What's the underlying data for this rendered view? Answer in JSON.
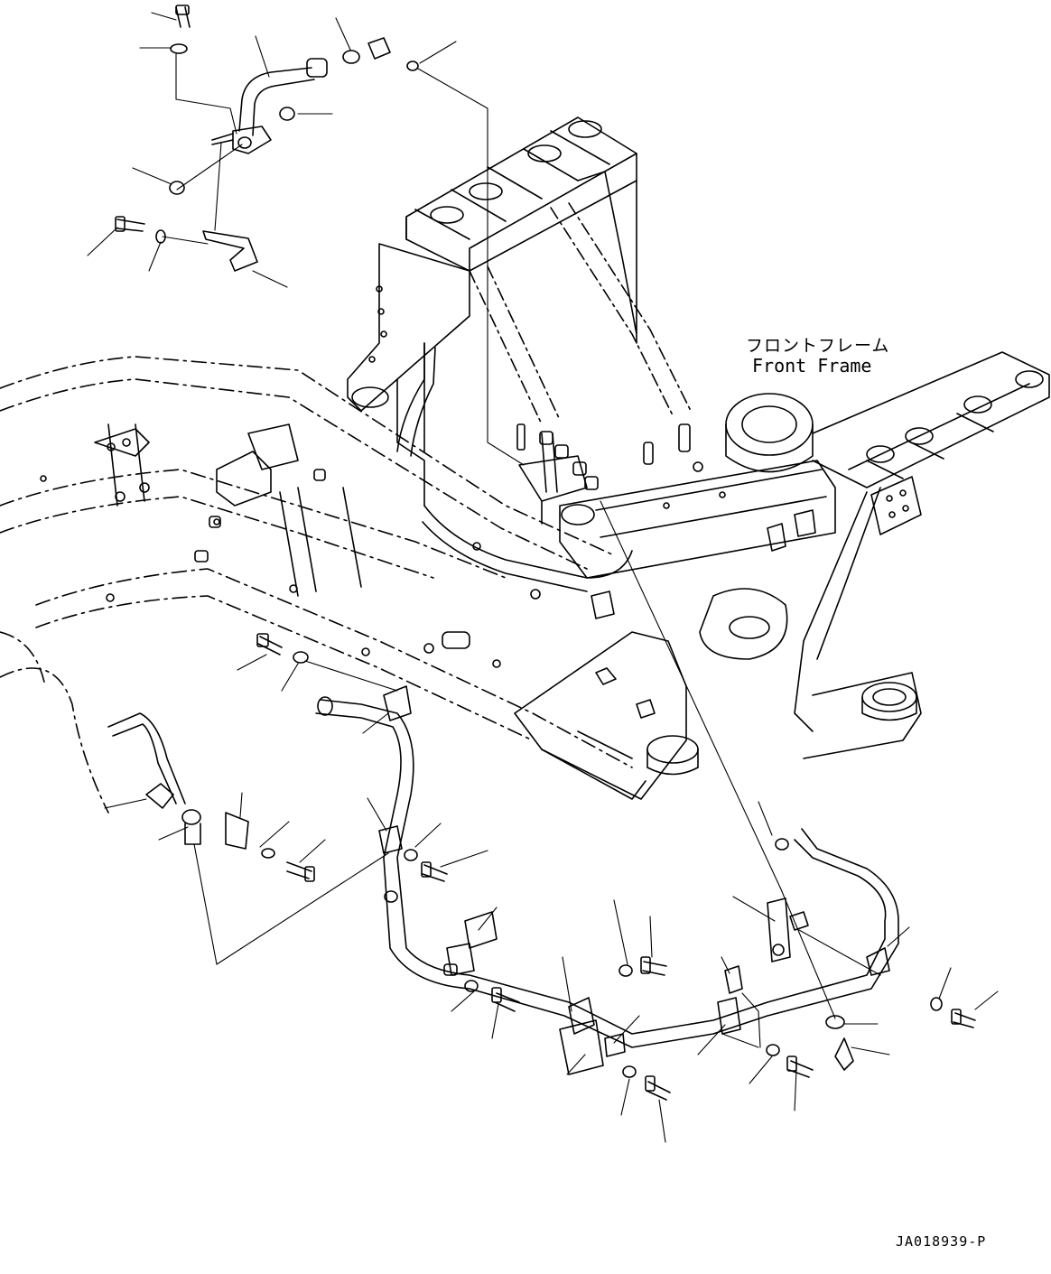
{
  "frame_label": {
    "japanese": "フロントフレーム",
    "english": "Front Frame"
  },
  "drawing_code": "JA018939-P",
  "colors": {
    "ink": "#000000",
    "paper": "#ffffff"
  }
}
